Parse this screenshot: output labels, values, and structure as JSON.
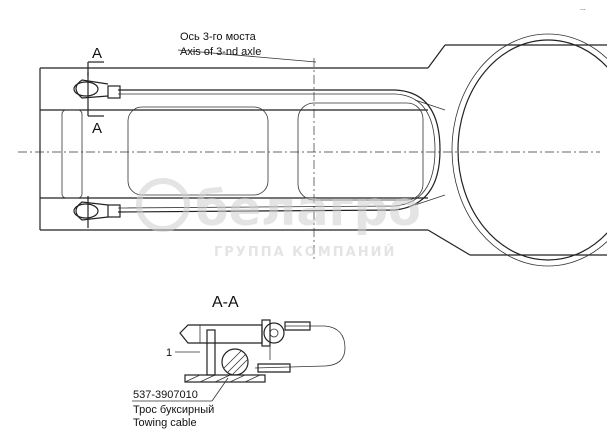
{
  "axle": {
    "label_ru": "Ось 3-го моста",
    "label_en": "Axis of 3-nd axle"
  },
  "section": {
    "marker_top": "A",
    "marker_bottom": "A",
    "title": "A-A",
    "callout_num": "1"
  },
  "part": {
    "number": "537-3907010",
    "name_ru": "Трос буксирный",
    "name_en": "Towing cable"
  },
  "watermark": {
    "brand": "белагро",
    "tagline": "ГРУППА КОМПАНИЙ"
  },
  "corner_mark": "..."
}
